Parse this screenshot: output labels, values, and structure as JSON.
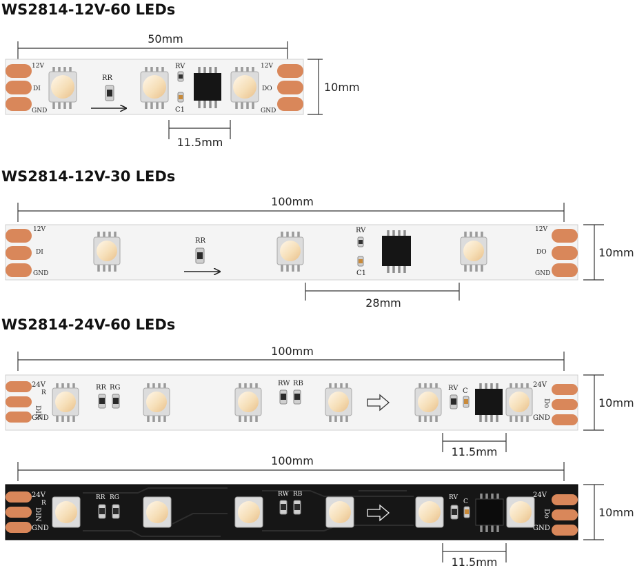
{
  "strips": [
    {
      "title": "WS2814-12V-60 LEDs",
      "length_label": "50mm",
      "width_label": "10mm",
      "pitch_label": "11.5mm",
      "pads_left": [
        "12V",
        "DI",
        "GND"
      ],
      "pads_right": [
        "12V",
        "DO",
        "GND"
      ],
      "silk": {
        "rr": "RR",
        "rv": "RV",
        "c1": "C1"
      }
    },
    {
      "title": "WS2814-12V-30 LEDs",
      "length_label": "100mm",
      "width_label": "10mm",
      "pitch_label": "28mm",
      "pads_left": [
        "12V",
        "DI",
        "GND"
      ],
      "pads_right": [
        "12V",
        "DO",
        "GND"
      ],
      "silk": {
        "rr": "RR",
        "rv": "RV",
        "c1": "C1"
      }
    },
    {
      "title": "WS2814-24V-60 LEDs",
      "length_label": "100mm",
      "width_label": "10mm",
      "pitch_label": "11.5mm",
      "pads_left": [
        "24V",
        "DIN",
        "GND"
      ],
      "pads_right": [
        "24V",
        "Do",
        "GND"
      ],
      "silk": {
        "r": "R",
        "rr": "RR",
        "rg": "RG",
        "rw": "RW",
        "rb": "RB",
        "rv": "RV",
        "c": "C"
      }
    },
    {
      "length_label": "100mm",
      "width_label": "10mm",
      "pitch_label": "11.5mm",
      "pads_left": [
        "24V",
        "DIN",
        "GND"
      ],
      "pads_right": [
        "24V",
        "Do",
        "GND"
      ],
      "silk": {
        "r": "R",
        "rr": "RR",
        "rg": "RG",
        "rw": "RW",
        "rb": "RB",
        "rv": "RV",
        "c": "C"
      }
    }
  ],
  "colors": {
    "pcb_white": "#f4f4f4",
    "pcb_black": "#161616",
    "pad_copper": "#d9875a",
    "led_warm": "#f7e3c2"
  },
  "icons": [
    "led-chip-icon",
    "resistor-icon",
    "ic-chip-icon",
    "arrow-right-icon",
    "copper-pad-icon"
  ]
}
